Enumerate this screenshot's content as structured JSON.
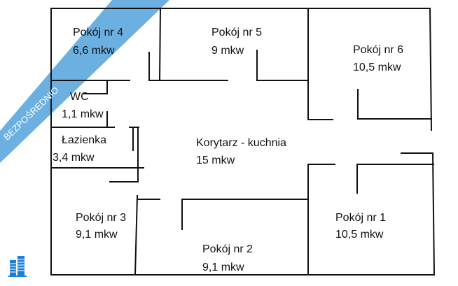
{
  "rooms": [
    {
      "name": "Pokój nr 4",
      "area": "6,6 mkw"
    },
    {
      "name": "WC",
      "area": "1,1 mkw"
    },
    {
      "name": "Łazienka",
      "area": "3,4 mkw"
    },
    {
      "name": "Pokój nr 5",
      "area": "9 mkw"
    },
    {
      "name": "Pokój nr 6",
      "area": "10,5 mkw"
    },
    {
      "name": "Korytarz - kuchnia",
      "area": "15 mkw"
    },
    {
      "name": "Pokój nr 3",
      "area": "9,1 mkw"
    },
    {
      "name": "Pokój nr 2",
      "area": "9,1 mkw"
    },
    {
      "name": "Pokój nr 1",
      "area": "10,5 mkw"
    }
  ],
  "watermark": {
    "text": "BEZPOŚREDNIO",
    "color": "#4a9fda"
  },
  "logo": {
    "icon": "buildings-icon",
    "color": "#1f7fd6"
  }
}
